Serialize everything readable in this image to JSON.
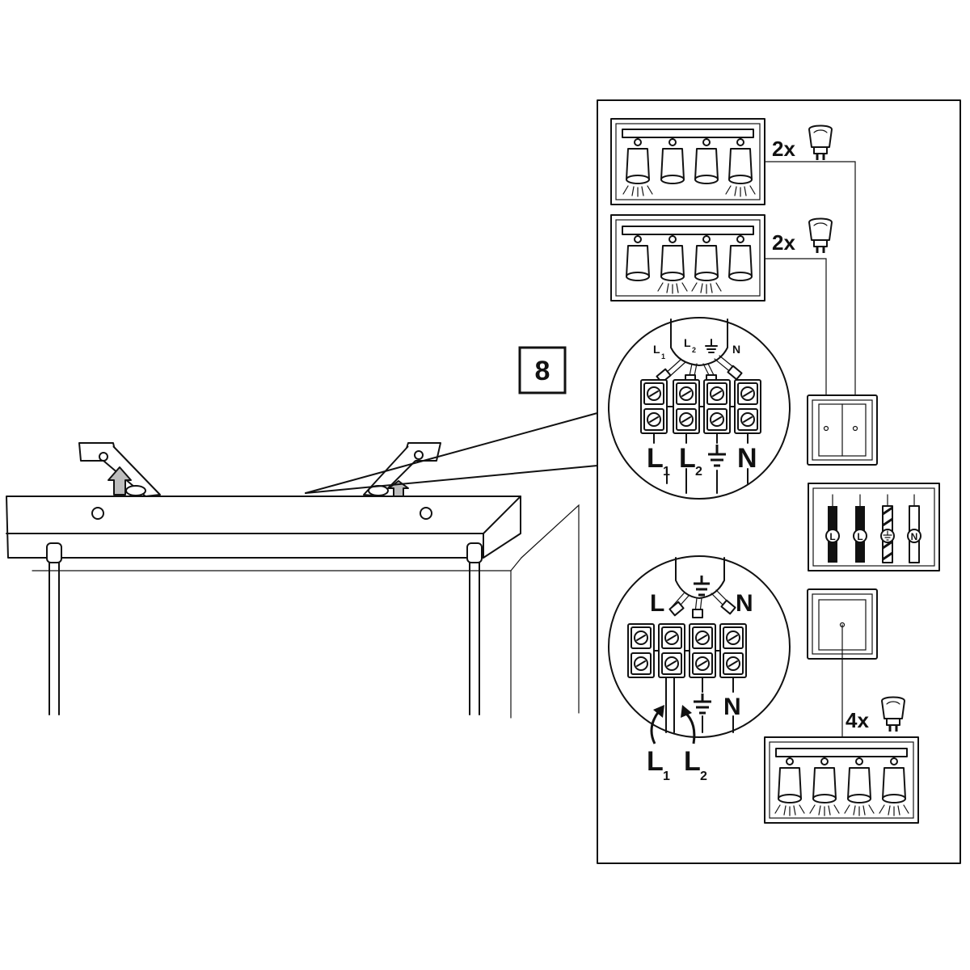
{
  "step": {
    "number": "8"
  },
  "fixtures": {
    "top": {
      "bulb_count": "2x"
    },
    "middle": {
      "bulb_count": "2x"
    },
    "bottom": {
      "bulb_count": "4x"
    }
  },
  "terminal_two_circuit": {
    "top_labels": {
      "l": "L",
      "l_sub": "1",
      "l2": "L",
      "l2_sub": "2",
      "n": "N"
    },
    "bottom_labels": {
      "l": "L",
      "l_sub": "1",
      "l2": "L",
      "l2_sub": "2",
      "n": "N"
    }
  },
  "terminal_single_circuit": {
    "top_labels": {
      "l": "L",
      "n": "N"
    },
    "bottom_labels": {
      "n": "N"
    },
    "split_labels": {
      "l1": "L",
      "l1_sub": "1",
      "l2": "L",
      "l2_sub": "2"
    }
  },
  "cable_legend": {
    "labels": [
      "L",
      "L",
      "N"
    ]
  }
}
